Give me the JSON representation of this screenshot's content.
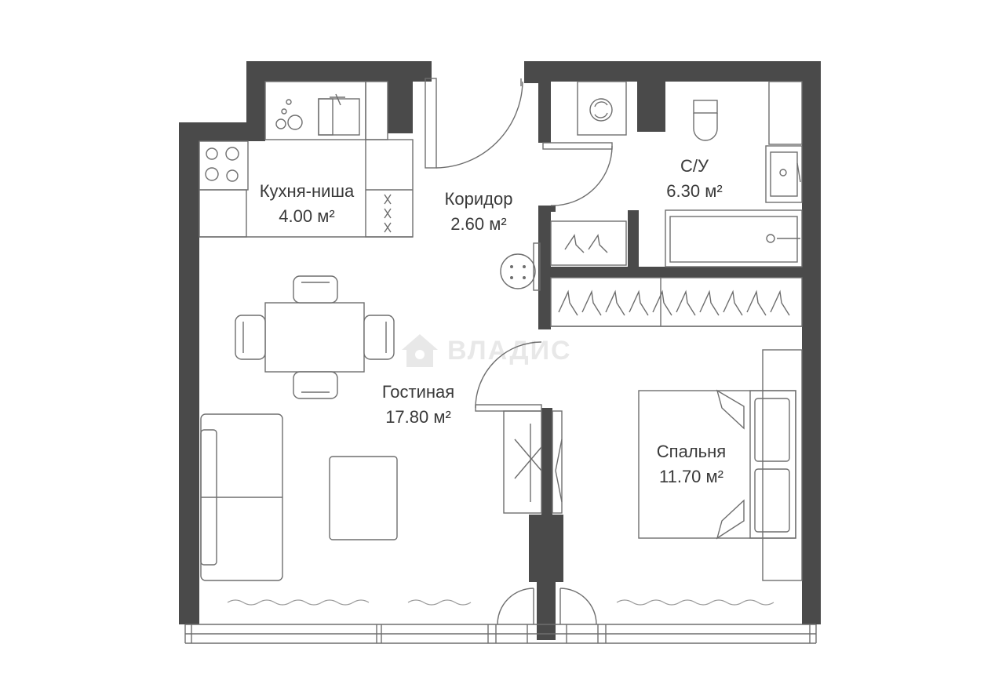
{
  "rooms": {
    "kitchen": {
      "name": "Кухня-ниша",
      "area": "4.00 м²"
    },
    "corridor": {
      "name": "Коридор",
      "area": "2.60 м²"
    },
    "bathroom": {
      "name": "С/У",
      "area": "6.30 м²"
    },
    "living": {
      "name": "Гостиная",
      "area": "17.80 м²"
    },
    "bedroom": {
      "name": "Спальня",
      "area": "11.70 м²"
    }
  },
  "watermark": {
    "text": "ВЛАДИС",
    "icon": "house-logo-icon"
  },
  "colors": {
    "wall": "#4a4a4a",
    "line": "#6e6e6e",
    "text": "#3a3a3a"
  }
}
